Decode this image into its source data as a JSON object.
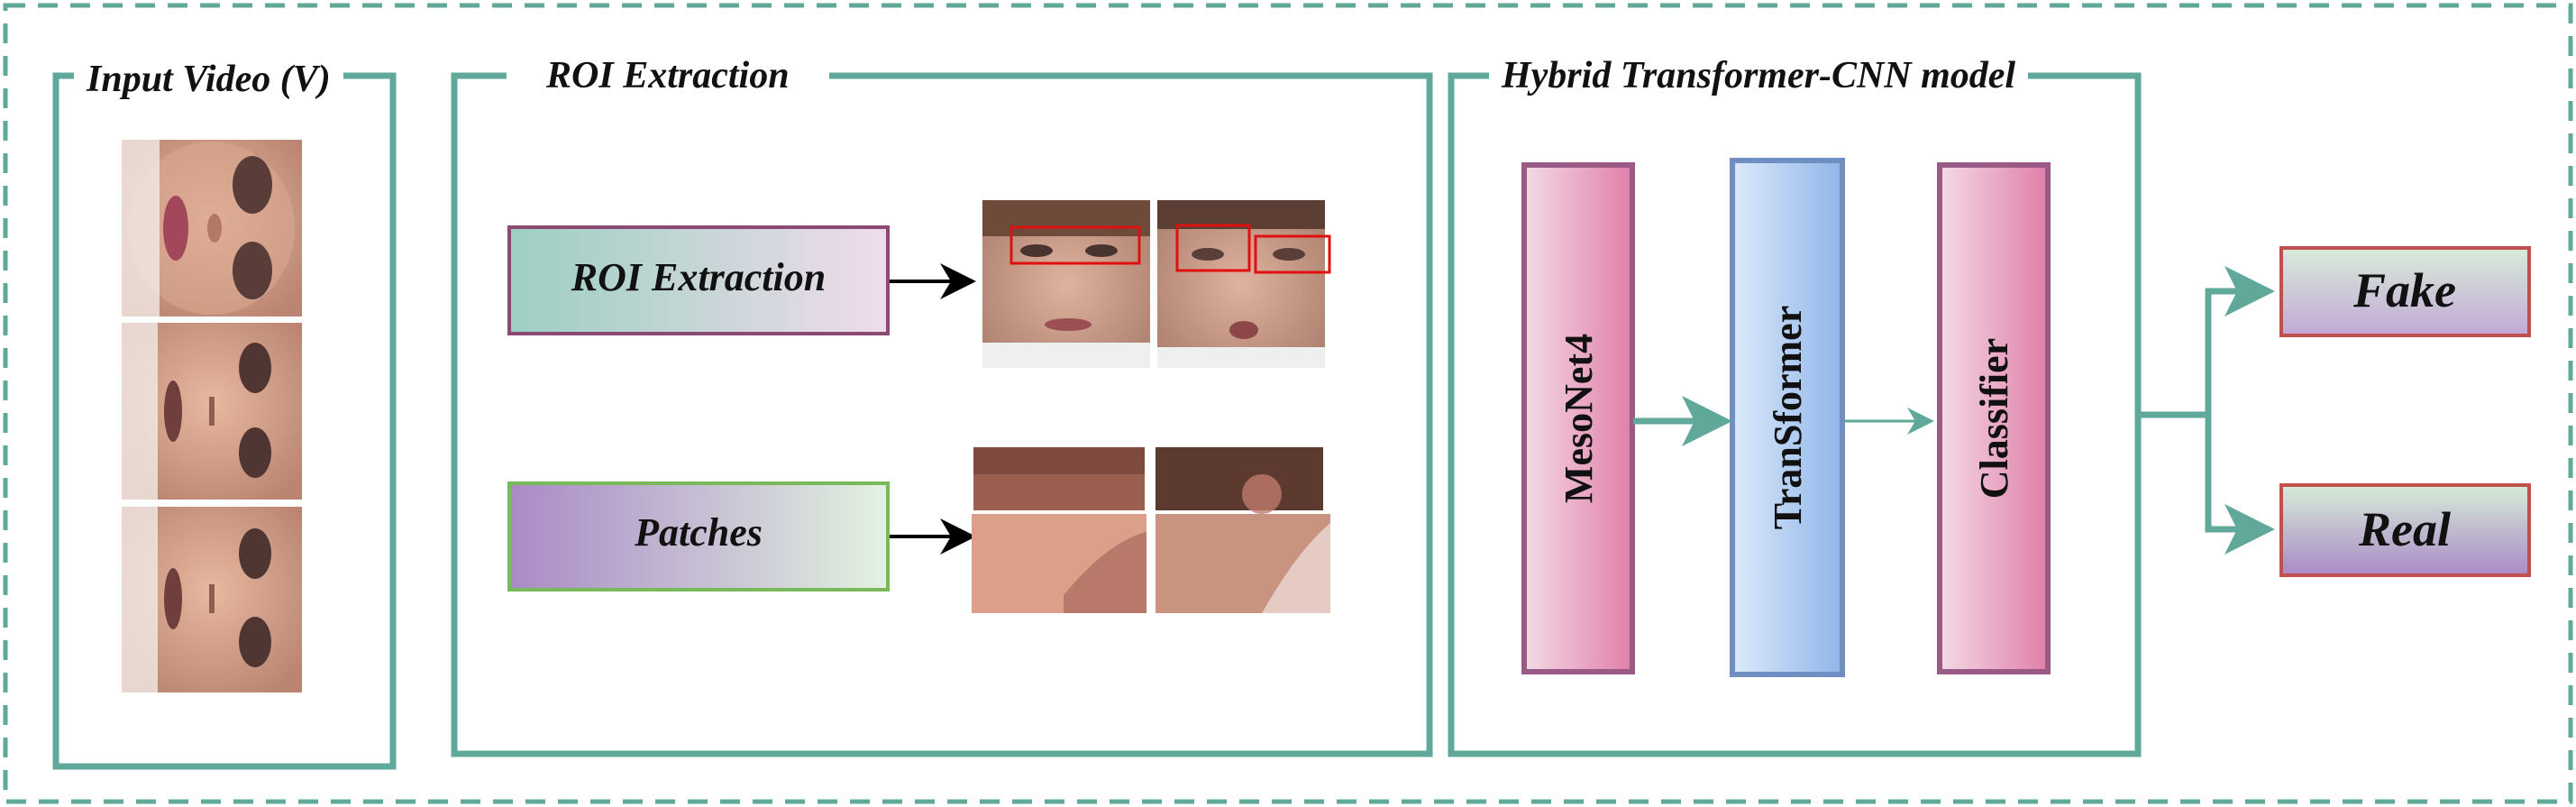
{
  "sections": {
    "input": {
      "label": "Input Video (V)"
    },
    "roi": {
      "label": "ROI Extraction"
    },
    "model": {
      "label": "Hybrid Transformer-CNN model"
    }
  },
  "roi_blocks": {
    "roi_extraction": {
      "label": "ROI Extraction"
    },
    "patches": {
      "label": "Patches"
    }
  },
  "model_blocks": {
    "mesonet": {
      "label": "MesoNet4"
    },
    "transformer": {
      "label": "TranSformer"
    },
    "classifier": {
      "label": "Classifier"
    }
  },
  "outputs": {
    "fake": {
      "label": "Fake"
    },
    "real": {
      "label": "Real"
    }
  },
  "colors": {
    "frame_teal": "#5fa89a",
    "roi_highlight": "#e01010",
    "output_border": "#c0504d",
    "mesonet_fill": "#e890b8",
    "transformer_fill": "#a8c8ee",
    "arrow_teal": "#5fa89a"
  }
}
